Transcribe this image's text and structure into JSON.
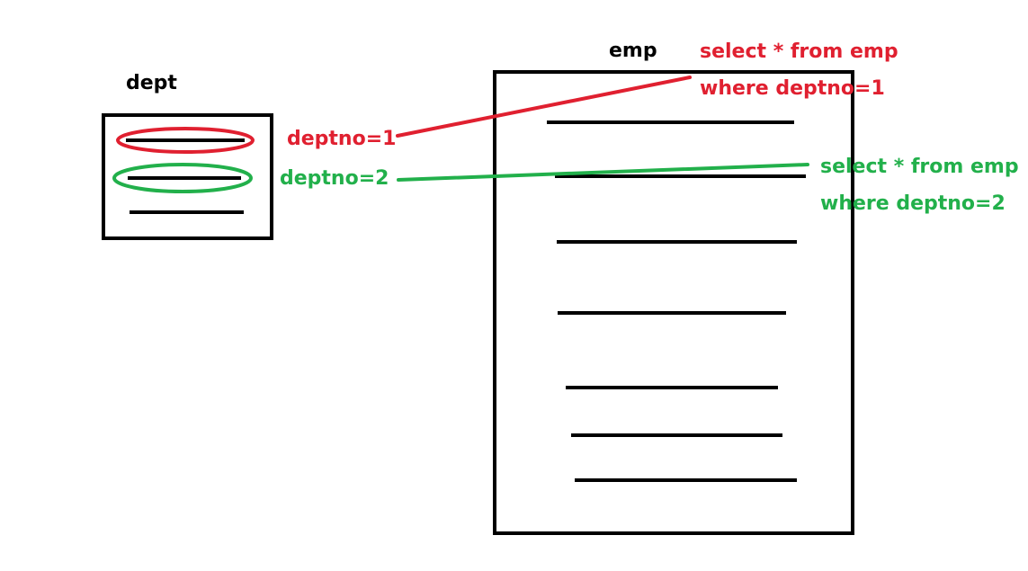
{
  "tables": {
    "dept": {
      "title": "dept",
      "row_count": 3
    },
    "emp": {
      "title": "emp",
      "row_count": 7
    }
  },
  "queries": {
    "q1": {
      "key_label": "deptno=1",
      "sql_line1": "select * from emp",
      "sql_line2": "where deptno=1",
      "color": "#e02030"
    },
    "q2": {
      "key_label": "deptno=2",
      "sql_line1": "select * from emp",
      "sql_line2": "where deptno=2",
      "color": "#22b04b"
    }
  },
  "ink_color": "#000000"
}
